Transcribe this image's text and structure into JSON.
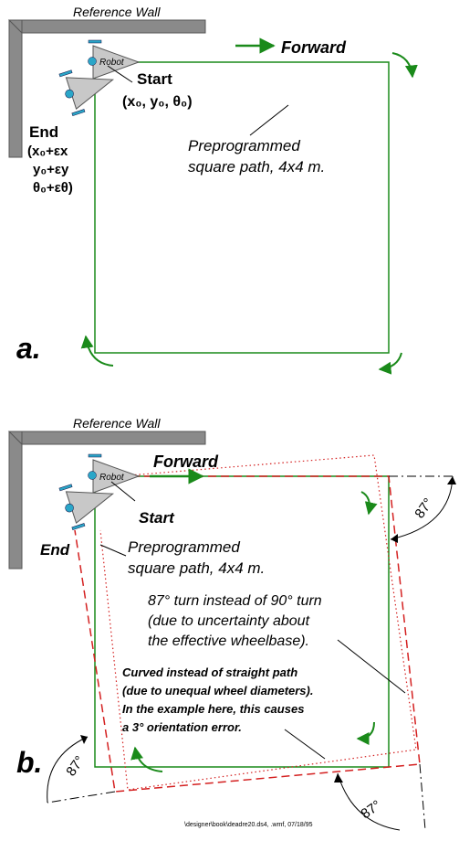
{
  "panel_a": {
    "wall_label": "Reference Wall",
    "robot_label": "Robot",
    "forward_label": "Forward",
    "start_label": "Start",
    "start_coords": "(x₀, y₀, θ₀)",
    "end_label": "End",
    "end_line1": "(x₀+εx",
    "end_line2": "y₀+εy",
    "end_line3": "θ₀+εθ)",
    "path_line1": "Preprogrammed",
    "path_line2": "square path, 4x4 m.",
    "panel_letter": "a."
  },
  "panel_b": {
    "wall_label": "Reference Wall",
    "robot_label": "Robot",
    "forward_label": "Forward",
    "start_label": "Start",
    "end_label": "End",
    "path_line1": "Preprogrammed",
    "path_line2": "square path, 4x4 m.",
    "turn_line1": "87° turn instead of 90° turn",
    "turn_line2": "(due to uncertainty about",
    "turn_line3": "the effective wheelbase).",
    "curve_line1": "Curved instead of straight path",
    "curve_line2": "(due to unequal wheel diameters).",
    "curve_line3": "In the example here, this causes",
    "curve_line4": "a 3° orientation error.",
    "angle_label": "87°",
    "panel_letter": "b.",
    "footer": "\\designer\\book\\deadre20.ds4, .wmf, 07/18/95"
  },
  "colors": {
    "planned_path": "#1a8a1a",
    "actual_path_dashed": "#d42020",
    "dotted_path": "#d42020",
    "wall": "#7a7a7a",
    "robot": "#c8c8c8",
    "wheel": "#2aa6c8"
  }
}
